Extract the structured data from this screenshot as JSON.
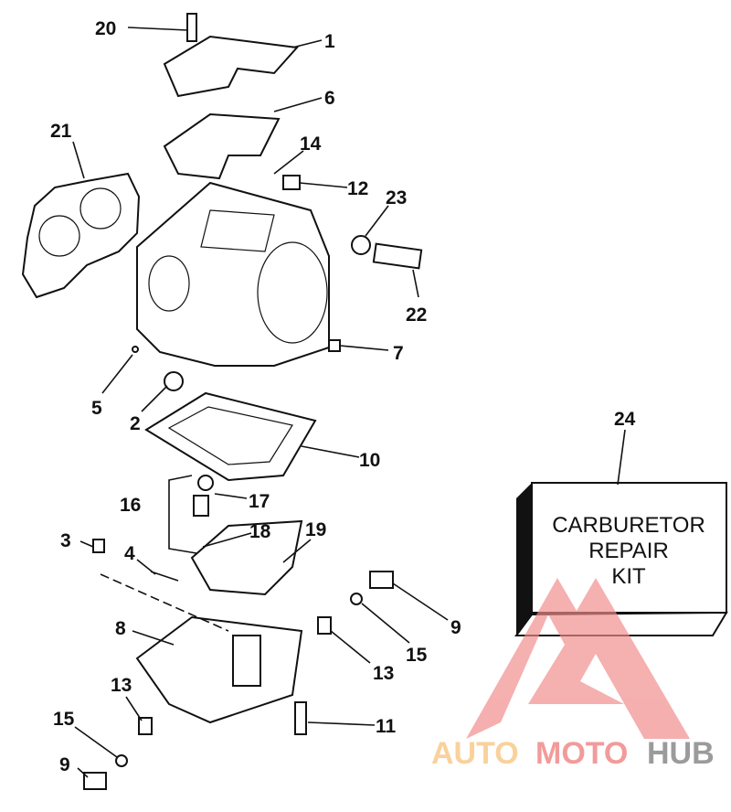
{
  "diagram": {
    "callouts": [
      "20",
      "1",
      "6",
      "21",
      "14",
      "12",
      "23",
      "22",
      "7",
      "5",
      "2",
      "10",
      "17",
      "16",
      "18",
      "19",
      "3",
      "4",
      "9",
      "15",
      "13",
      "8",
      "13",
      "15",
      "11",
      "9",
      "24"
    ],
    "kit_label": [
      "CARBURETOR",
      "REPAIR",
      "KIT"
    ],
    "watermark": {
      "part1": "AUTO",
      "part2": "MOTO",
      "part3": "HUB",
      "colors": {
        "auto": "#f9c98a",
        "moto": "#f08a8a",
        "hub": "#8a8a8a",
        "logo": "#f08a8a"
      }
    }
  }
}
